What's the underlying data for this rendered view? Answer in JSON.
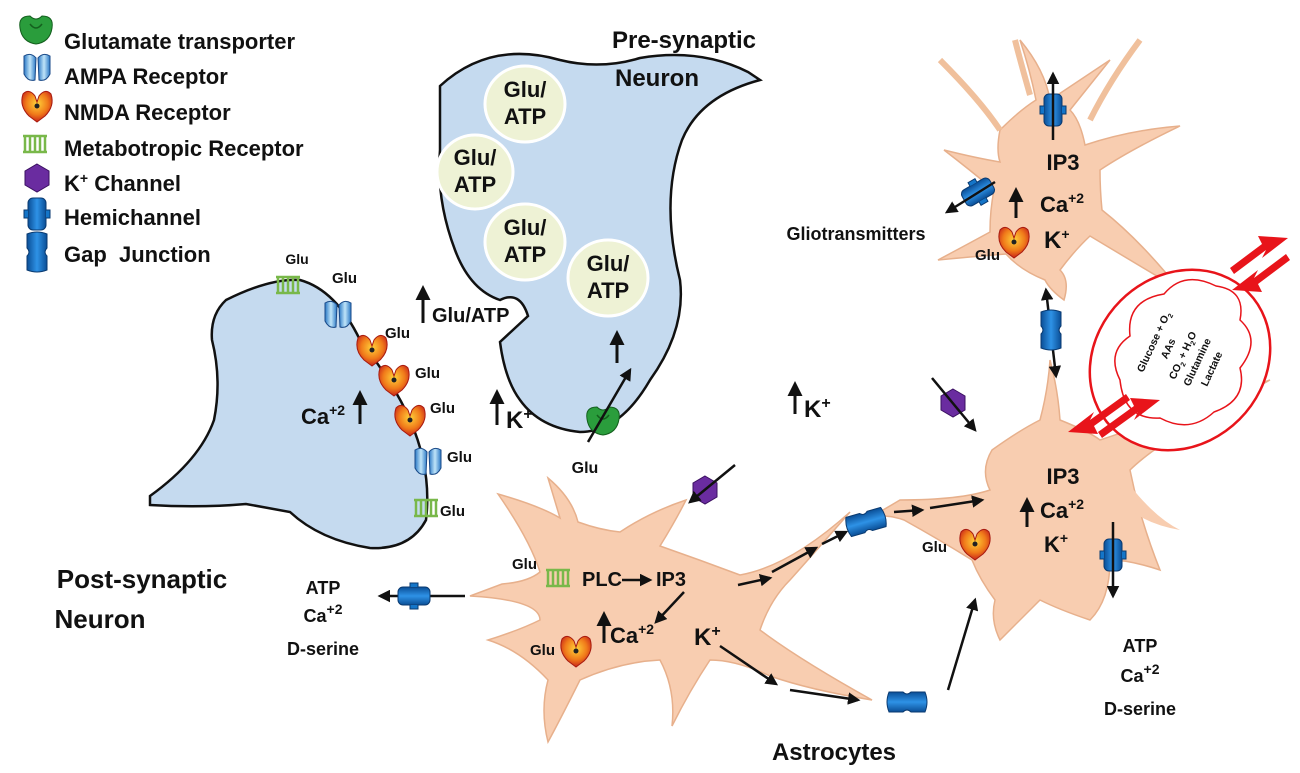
{
  "legend": {
    "glutamate_transporter": "Glutamate transporter",
    "ampa_receptor": "AMPA Receptor",
    "nmda_receptor": "NMDA Receptor",
    "metabotropic_receptor": "Metabotropic Receptor",
    "k_channel_main": "K",
    "k_channel_sup": "+",
    "k_channel_rest": " Channel",
    "hemichannel": "Hemichannel",
    "gap_junction": "Gap  Junction"
  },
  "pre_synaptic": {
    "line1": "Pre-synaptic",
    "line2": "Neuron"
  },
  "post_synaptic": {
    "line1": "Post-synaptic",
    "line2": "Neuron"
  },
  "astrocytes": "Astrocytes",
  "vesicle": {
    "line1": "Glu/",
    "line2": "ATP"
  },
  "labels": {
    "glu": "Glu",
    "glu_atp": "Glu/ATP",
    "k": "K",
    "k_sup": "+",
    "ca": "Ca",
    "ca_sup": "+2",
    "ip3": "IP3",
    "plc": "PLC",
    "gliotransmitters": "Gliotransmitters",
    "atp": "ATP",
    "dserine": "D-serine"
  },
  "cloud": {
    "glucose": "Glucose + O",
    "glucose_sub": "2",
    "aas": "AAs",
    "co2_a": "CO",
    "co2_sub": "2",
    "co2_b": " + H",
    "h2o_sub": "2",
    "h2o_c": "O",
    "glutamine": "Glutamine",
    "lactate": "Lactate"
  },
  "colors": {
    "neuron_fill": "#c5daef",
    "astro_fill": "#f8cdb0",
    "vesicle_fill": "#eef2d5",
    "channel_blue": "#1475c8",
    "k_channel": "#6a2ca0",
    "transporter": "#2a9d3c",
    "metabotropic": "#79b84a",
    "nmda": "#e84a1a",
    "red_arrow": "#e8141a"
  }
}
